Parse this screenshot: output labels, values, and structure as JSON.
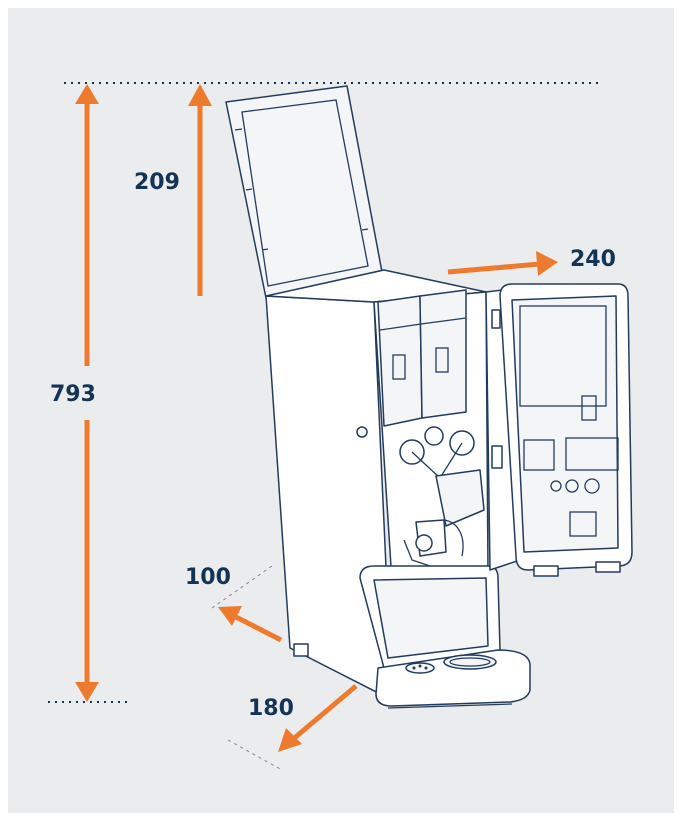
{
  "dimensions": {
    "total_height": "793",
    "lid_height": "209",
    "door_depth": "240",
    "depth_left": "100",
    "depth_right": "180"
  },
  "colors": {
    "background": "#ebeced",
    "arrow": "#ee7a2d",
    "text": "#143456",
    "outline": "#233b5d"
  },
  "icons": [
    "coffee-machine-illustration",
    "arrow-up",
    "arrow-down",
    "arrow-right",
    "arrow-down-left",
    "arrow-up-left"
  ]
}
